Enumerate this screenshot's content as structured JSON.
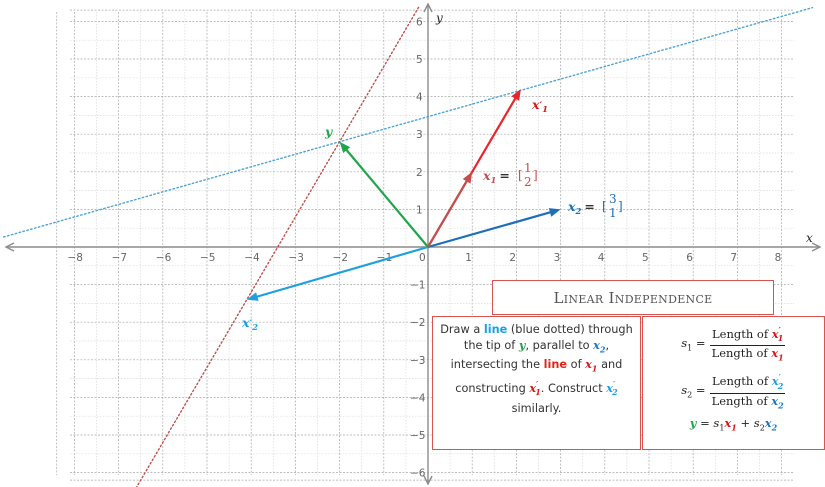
{
  "title": "Linear Independence",
  "axes": {
    "x_label": "x",
    "y_label": "y",
    "xlim": [
      -9.5,
      8.6
    ],
    "ylim": [
      -6.5,
      6.3
    ],
    "x_ticks": [
      "−8",
      "−7",
      "−6",
      "−5",
      "−4",
      "−3",
      "−2",
      "−1",
      "0",
      "1",
      "2",
      "3",
      "4",
      "5",
      "6",
      "7",
      "8"
    ],
    "y_ticks_pos": [
      "1",
      "2",
      "3",
      "4",
      "5",
      "6"
    ],
    "y_ticks_neg": [
      "−1",
      "−2",
      "−3",
      "−4",
      "−5",
      "−6"
    ]
  },
  "vectors": {
    "x1": {
      "value": [
        1,
        2
      ],
      "color": "#c0504d",
      "label": "x",
      "sub": "1",
      "eq": "=",
      "top": "1",
      "bottom": "2"
    },
    "x2": {
      "value": [
        3,
        1
      ],
      "color": "#1c6fb8",
      "label": "x",
      "sub": "2",
      "eq": "=",
      "top": "3",
      "bottom": "1"
    },
    "y": {
      "value": [
        -2,
        2.8
      ],
      "color": "#1fa54a",
      "label": "y"
    },
    "x1p": {
      "value": [
        2.1,
        4.2
      ],
      "color": "#e8252a",
      "label": "x",
      "sub": "1",
      "prime": "′"
    },
    "x2p": {
      "value": [
        -4.1,
        -1.4
      ],
      "color": "#1ea0e0",
      "label": "x",
      "sub": "2",
      "prime": "′"
    }
  },
  "lines": {
    "blue_dotted": {
      "color": "#4ca3d8",
      "description_role": "parallel to x2 through tip of y"
    },
    "red_dotted": {
      "color": "#c0504d",
      "description_role": "parallel to x1 through tip of y"
    }
  },
  "instructions": {
    "p1": "Draw a ",
    "line_word": "line",
    "p2": " (blue dotted) through the tip of ",
    "y": "y",
    "p3": ", parallel to ",
    "x2": "x",
    "x2_sub": "2",
    "p4": ", intersecting the ",
    "line_word2": "line",
    "p5": " of ",
    "x1": "x",
    "x1_sub": "1",
    "p6": " and constructing ",
    "x1p": "x",
    "x1p_sub": "1",
    "x1p_prime": "′",
    "p7": ". Construct ",
    "x2p": "x",
    "x2p_sub": "2",
    "x2p_prime": "′",
    "p8": " similarly."
  },
  "formulas": {
    "s1": "s",
    "s1_sub": "1",
    "s2": "s",
    "s2_sub": "2",
    "eq": "=",
    "length_of": "Length of",
    "x": "x",
    "sub1": "1",
    "sub2": "2",
    "prime": "′",
    "yv": "y",
    "plus": "+"
  }
}
